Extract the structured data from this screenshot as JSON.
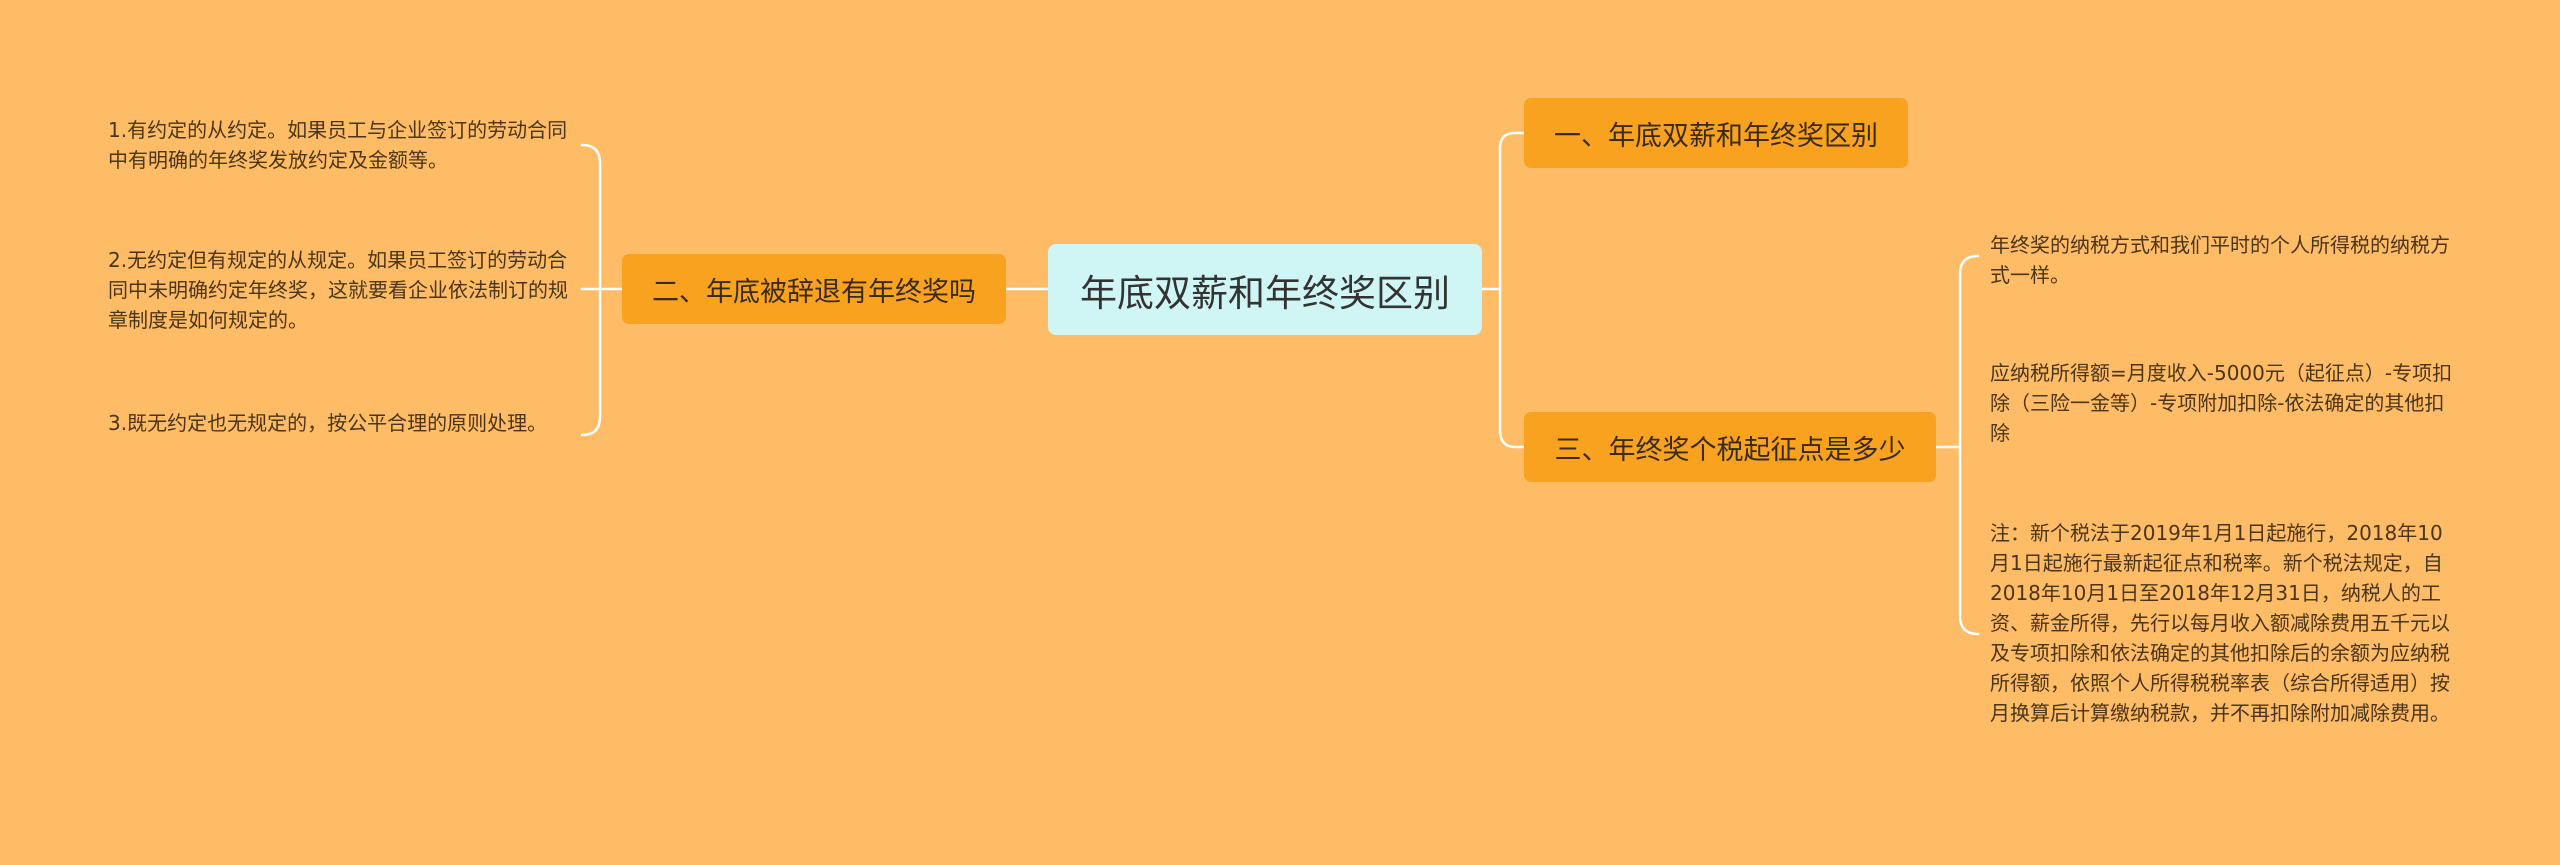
{
  "mindmap": {
    "root": {
      "label": "年底双薪和年终奖区别"
    },
    "left_branch": {
      "label": "二、年底被辞退有年终奖吗",
      "leaves": [
        "1.有约定的从约定。如果员工与企业签订的劳动合同中有明确的年终奖发放约定及金额等。",
        "2.无约定但有规定的从规定。如果员工签订的劳动合同中未明确约定年终奖，这就要看企业依法制订的规章制度是如何规定的。",
        "3.既无约定也无规定的，按公平合理的原则处理。"
      ]
    },
    "right_branches": [
      {
        "label": "一、年底双薪和年终奖区别",
        "leaves": []
      },
      {
        "label": "三、年终奖个税起征点是多少",
        "leaves": [
          "年终奖的纳税方式和我们平时的个人所得税的纳税方式一样。",
          "应纳税所得额=月度收入-5000元（起征点）-专项扣除（三险一金等）-专项附加扣除-依法确定的其他扣除",
          "注：新个税法于2019年1月1日起施行，2018年10月1日起施行最新起征点和税率。新个税法规定，自2018年10月1日至2018年12月31日，纳税人的工资、薪金所得，先行以每月收入额减除费用五千元以及专项扣除和依法确定的其他扣除后的余额为应纳税所得额，依照个人所得税税率表（综合所得适用）按月换算后计算缴纳税款，并不再扣除附加减除费用。"
        ]
      }
    ]
  },
  "colors": {
    "background": "#FFBC66",
    "root_fill": "#CFF6F5",
    "branch_fill": "#F9A21F",
    "connector": "#FFFFFF"
  }
}
